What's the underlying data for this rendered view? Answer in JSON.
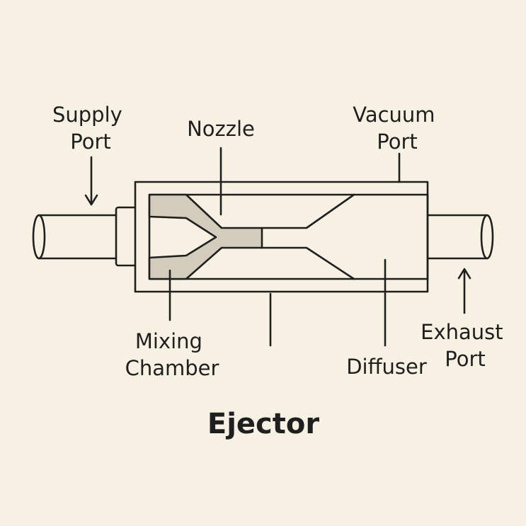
{
  "title": "Ejector",
  "labels": {
    "supply_port": [
      "Supply",
      "Port"
    ],
    "nozzle": [
      "Nozzle"
    ],
    "vacuum_port": [
      "Vacuum",
      "Port"
    ],
    "mixing_chamber": [
      "Mixing",
      "Chamber"
    ],
    "diffuser": [
      "Diffuser"
    ],
    "exhaust_port": [
      "Exhaust",
      "Port"
    ]
  },
  "colors": {
    "background": "#f7f1e3",
    "line": "#1f1f1f",
    "metal_fill": "#d3cbbb",
    "body_fill": "#f7f1e3"
  }
}
